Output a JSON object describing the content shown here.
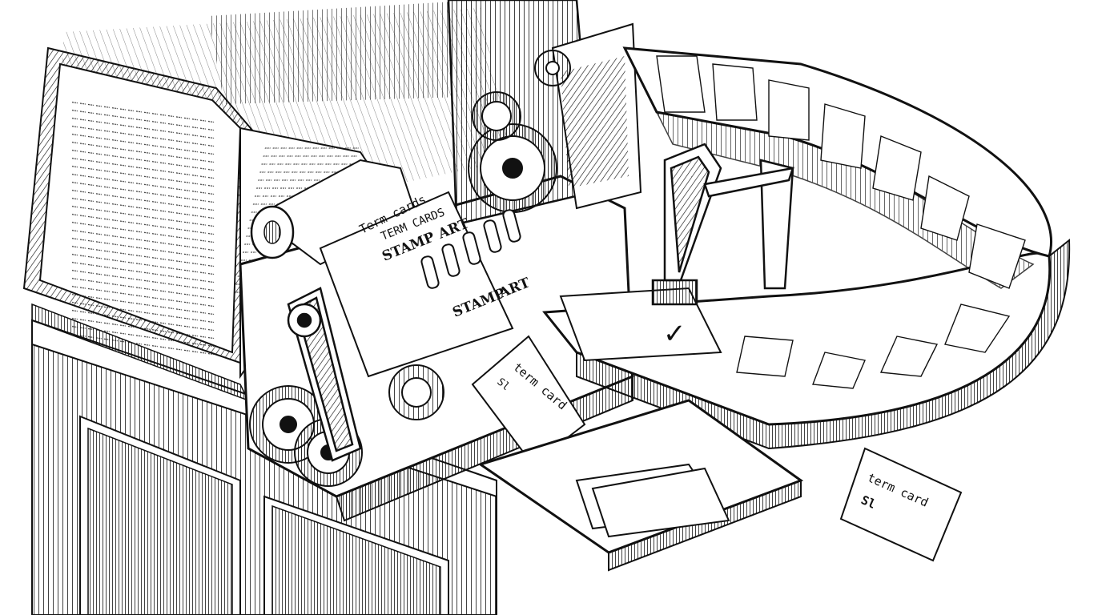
{
  "colors": {
    "ink": "#111111",
    "paper": "#ffffff",
    "shade": "#d9d9d9",
    "midtone": "#8a8a8a"
  },
  "labels": {
    "roll_line1": "Term cards",
    "roll_line2": "TERM CARDS",
    "roll_stamp_top": "STAMP",
    "roll_stamp_top_tail": "ART",
    "roll_stamp_bottom": "STAMP",
    "roll_stamp_bottom_tail": "ART",
    "ejected_card_title": "term card",
    "ejected_card_sub": "Sl",
    "ejected_card_code": "Sl",
    "loose_card_title": "term card",
    "loose_card_sub": "Sl",
    "checkmark": "✓"
  },
  "icons": {
    "check": "checkmark-icon",
    "gear": "gear-icon"
  }
}
